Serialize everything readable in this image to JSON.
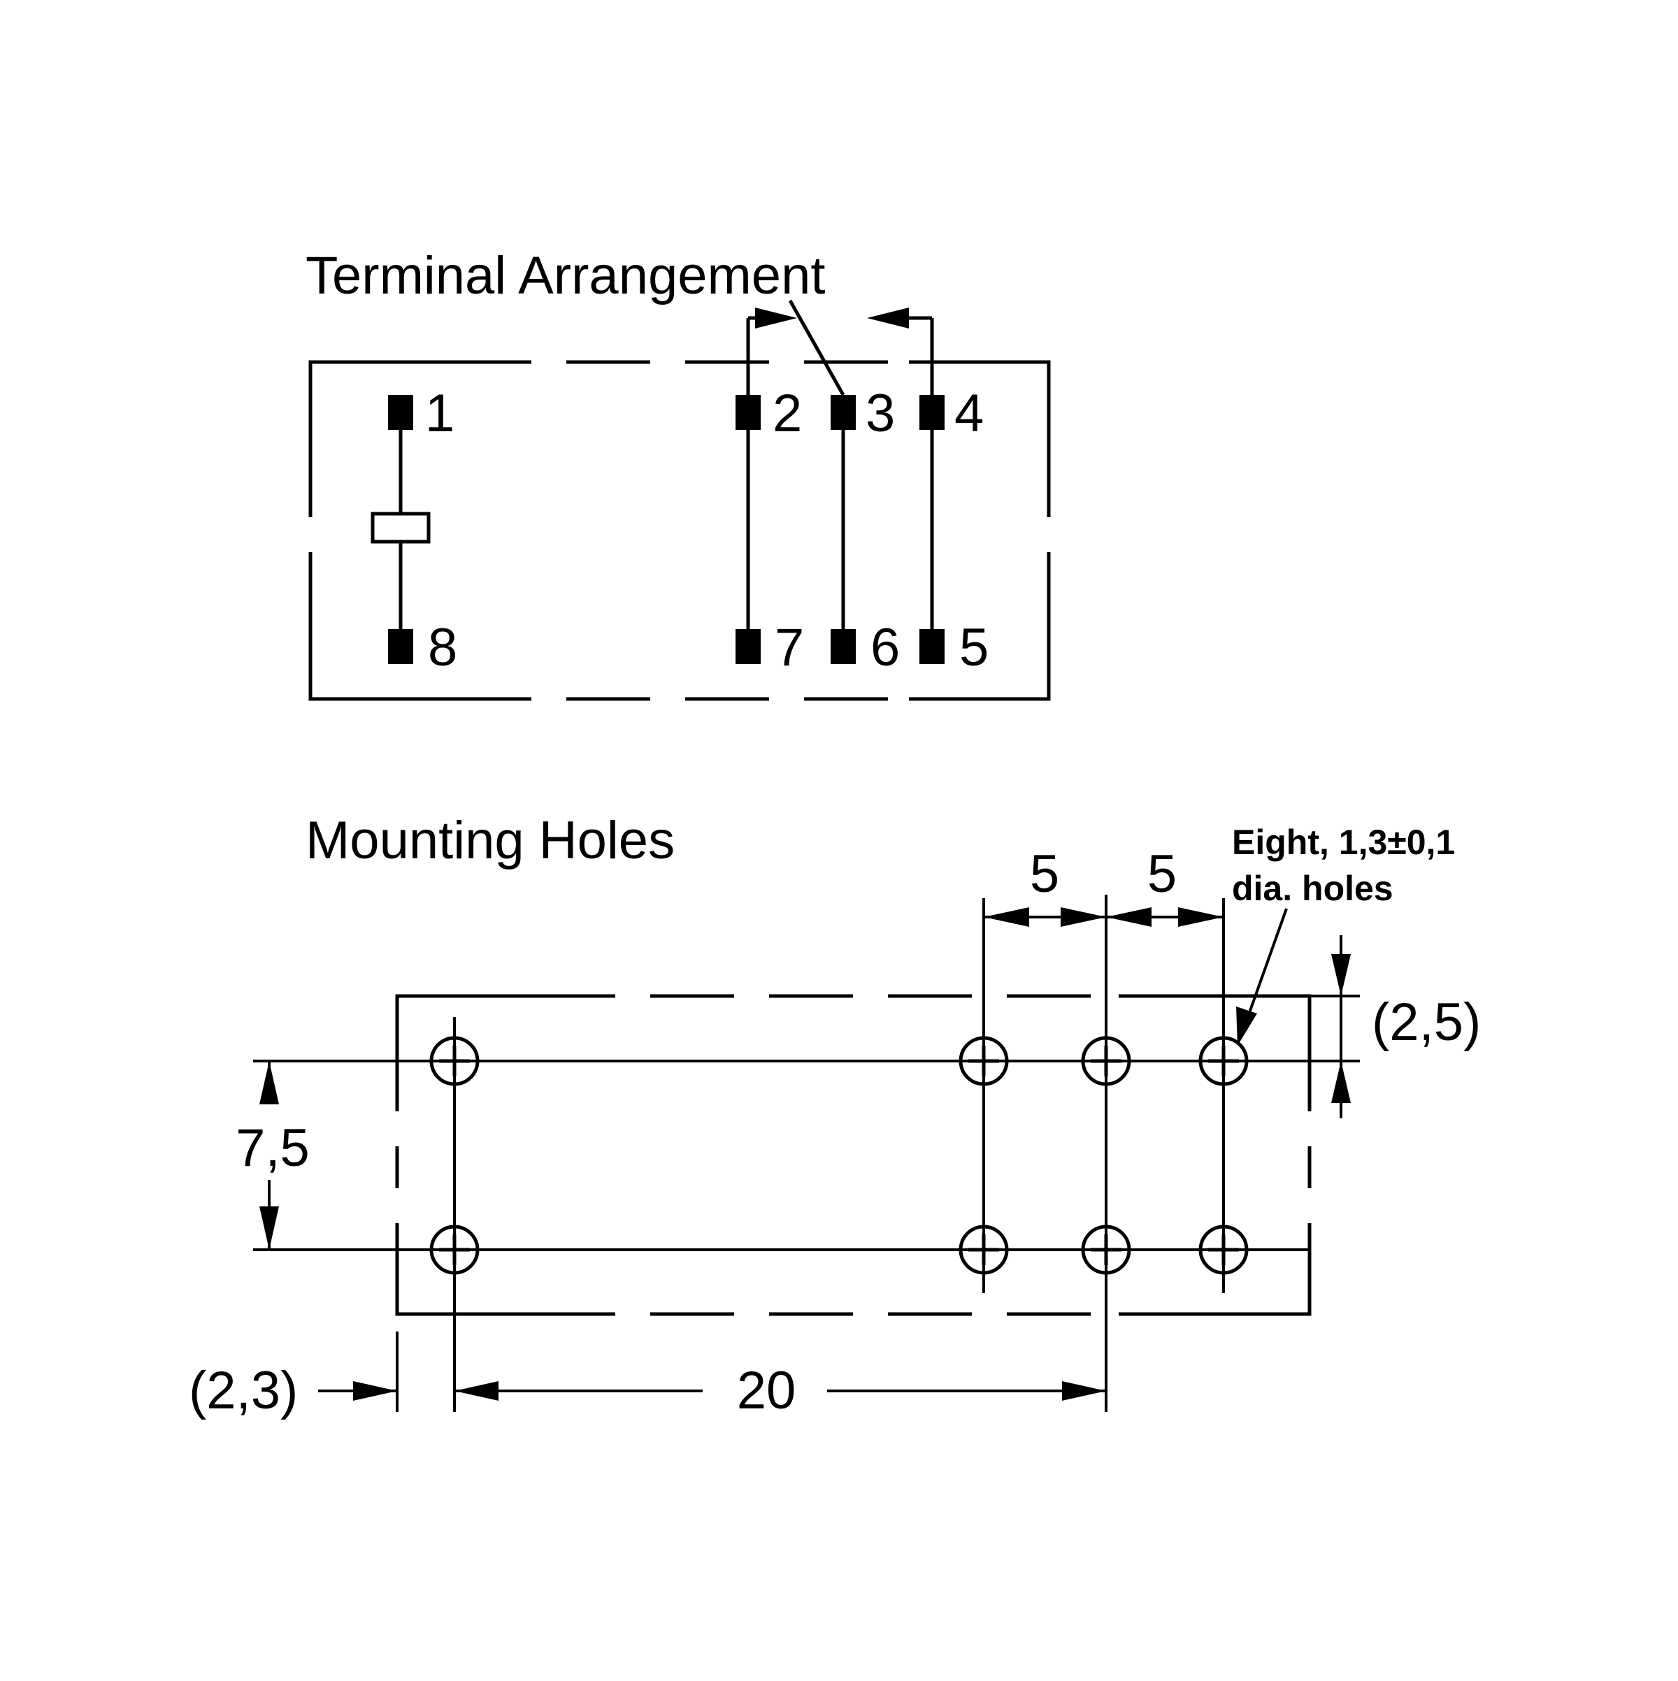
{
  "terminal": {
    "title": "Terminal Arrangement",
    "pins": [
      "1",
      "2",
      "3",
      "4",
      "5",
      "6",
      "7",
      "8"
    ]
  },
  "mounting": {
    "title": "Mounting Holes",
    "dim_pitch_1": "5",
    "dim_pitch_2": "5",
    "dim_row": "7,5",
    "dim_edge_top": "(2,5)",
    "dim_edge_left": "(2,3)",
    "dim_span": "20",
    "note_line1": "Eight, 1,3±0,1",
    "note_line2": "dia. holes"
  }
}
